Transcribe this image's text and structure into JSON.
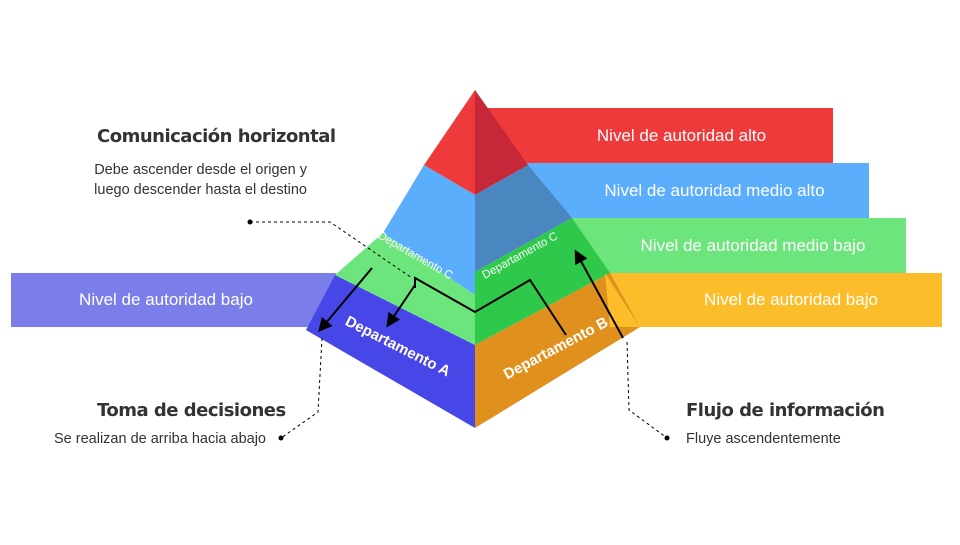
{
  "bands": {
    "alto": "Nivel de autoridad alto",
    "medio_alto": "Nivel de autoridad medio alto",
    "medio_bajo": "Nivel de autoridad medio bajo",
    "bajo_right": "Nivel de autoridad bajo",
    "bajo_left": "Nivel de autoridad bajo"
  },
  "departments": {
    "a": "Departamento A",
    "b": "Departamento B",
    "c_left": "Departamento C",
    "c_right": "Departamento C"
  },
  "annotations": {
    "horizontal_title": "Comunicación horizontal",
    "horizontal_line1": "Debe ascender desde el origen  y",
    "horizontal_line2": "luego descender hasta el destino",
    "decisiones_title": "Toma de decisiones",
    "decisiones_desc": "Se realizan de arriba hacia abajo",
    "flujo_title": "Flujo de información",
    "flujo_desc": "Fluye ascendentemente"
  },
  "colors": {
    "red": "#ee3a3a",
    "red_dark": "#c6283a",
    "blue_light": "#5aaefb",
    "blue_dark": "#4a86c0",
    "green_light": "#6be57c",
    "green_dark": "#2ec84a",
    "purple_band": "#7b7ee8",
    "indigo": "#4747e8",
    "orange": "#e0901c",
    "yellow": "#fbbd29"
  }
}
